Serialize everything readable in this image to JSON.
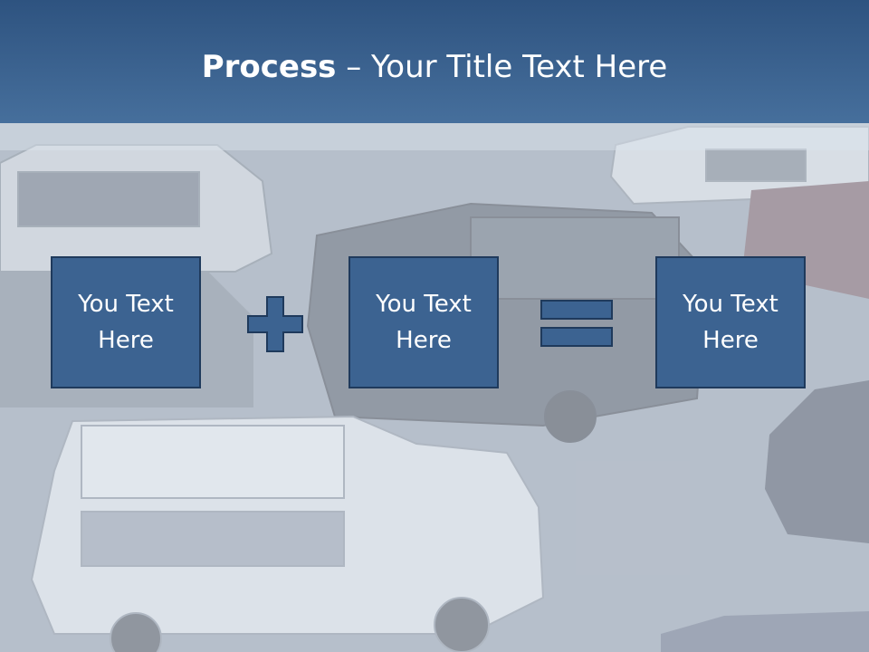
{
  "slide": {
    "title_bold": "Process",
    "title_rest": " – Your Title Text Here"
  },
  "process": {
    "boxes": [
      {
        "label": "You Text Here"
      },
      {
        "label": "You Text Here"
      },
      {
        "label": "You Text Here"
      }
    ],
    "operators": [
      "plus-icon",
      "equals-icon"
    ]
  },
  "colors": {
    "header": "#3a6190",
    "box_fill": "#3c6391",
    "box_border": "#1f3a5c"
  }
}
